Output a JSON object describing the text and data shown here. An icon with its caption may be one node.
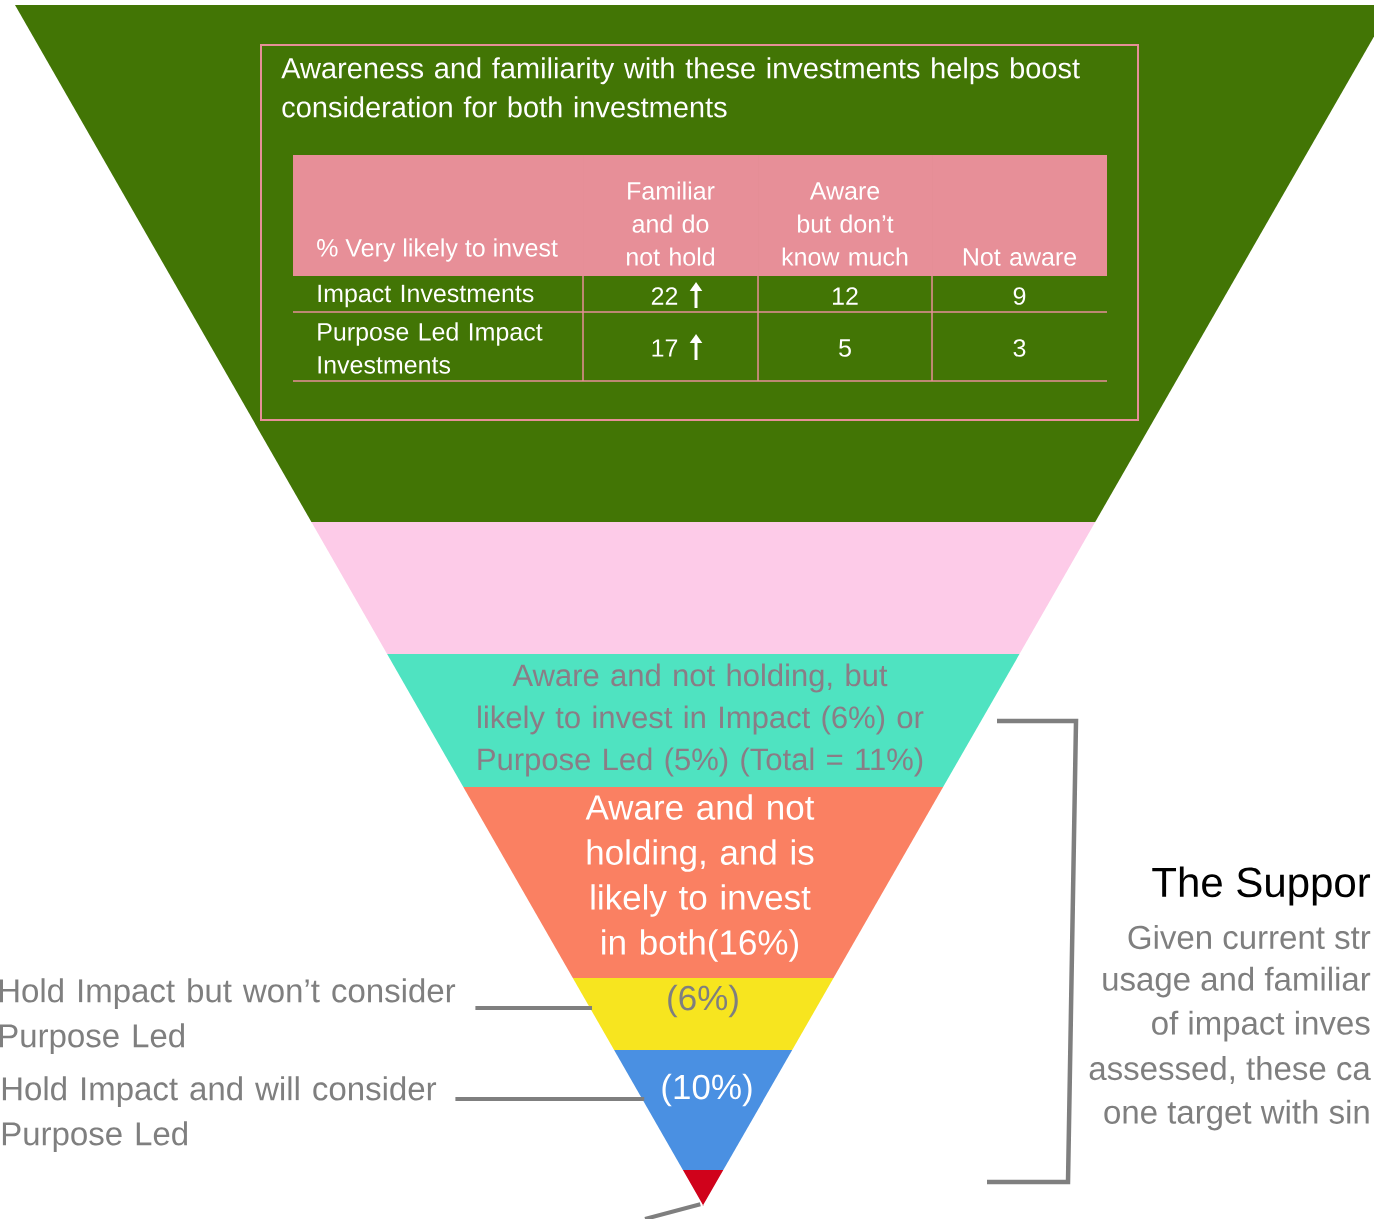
{
  "diagram": {
    "nodes": [
      {
        "text": [],
        "shape": "band"
      },
      {
        "text": [
          "Awareness and familiarity with these investments helps boost consideration for both investments"
        ],
        "in": 0
      },
      {
        "text": [],
        "shape": "band"
      },
      {
        "text": [
          "Aware and not holding, but likely to invest in Impact (6%) or Purpose Led (5%) (Total = 11%)"
        ]
      },
      {
        "text": [
          "Aware and not holding, and is likely to invest in both(16%)"
        ]
      },
      {
        "text": [
          "(6%)"
        ]
      },
      {
        "text": [
          "(10%)"
        ]
      },
      {
        "text": [],
        "shape": "band"
      },
      {
        "text": [
          "Hold Impact but won’t consider Purpose Led"
        ]
      },
      {
        "text": [
          "Hold Impact and will consider Purpose Led"
        ]
      }
    ],
    "edges": [
      {
        "from": 8,
        "to": 5,
        "arrow": "none"
      },
      {
        "from": 9,
        "to": 6,
        "arrow": "none"
      },
      {
        "from": null,
        "to": 7,
        "arrow": "none"
      }
    ],
    "labels": [
      "% Very likely to invest",
      "Familiar and do not hold",
      "Aware but don’t know much",
      "Not aware",
      "Impact Investments",
      "22",
      "12",
      "9",
      "Purpose Led Impact Investments",
      "17",
      "5",
      "3",
      "The Suppor",
      "Given current str",
      "usage and familiar",
      "of impact inves",
      "assessed, these ca",
      "one target with sin"
    ]
  }
}
